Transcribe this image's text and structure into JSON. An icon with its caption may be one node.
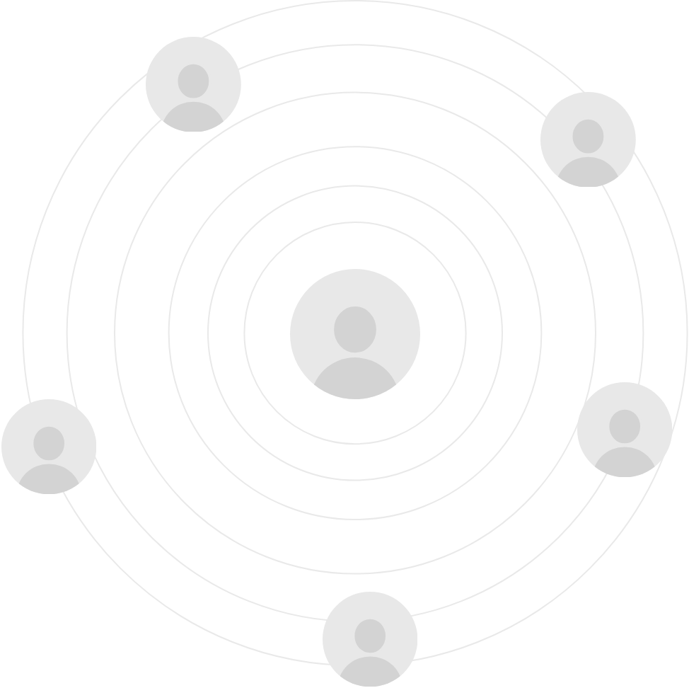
{
  "diagram": {
    "nodes": [
      {
        "text": [],
        "shape": "person"
      },
      {
        "text": [],
        "shape": "person"
      },
      {
        "text": [],
        "shape": "person"
      },
      {
        "text": [],
        "shape": "person"
      },
      {
        "text": [],
        "shape": "person"
      },
      {
        "text": [],
        "shape": "person"
      }
    ]
  }
}
